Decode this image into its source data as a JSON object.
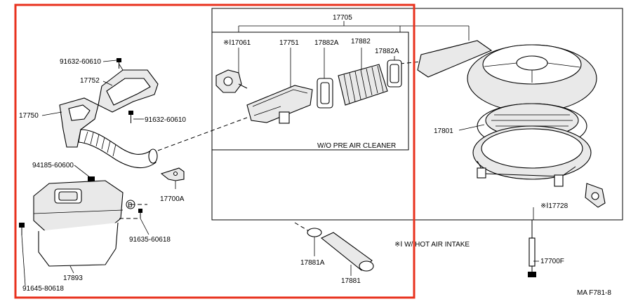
{
  "diagram": {
    "highlight_color": "#e8321e",
    "labels": {
      "p17705": "17705",
      "p17061": "※Ⅰ17061",
      "p17751": "17751",
      "p17882a_left": "17882A",
      "p17882": "17882",
      "p17882a_right": "17882A",
      "p91632_top": "91632-60610",
      "p17752": "17752",
      "p17750": "17750",
      "p91632_mid": "91632-60610",
      "p94185": "94185-60600",
      "p17700a": "17700A",
      "p91635": "91635-60618",
      "p17893": "17893",
      "p91645": "91645-80618",
      "p17801": "17801",
      "p17728": "※Ⅰ17728",
      "p17700f": "17700F",
      "p17881a": "17881A",
      "p17881": "17881",
      "callout_b": "B"
    },
    "notes": {
      "wo_pre_air_cleaner": "W/O PRE AIR CLEANER",
      "hot_air_intake": "※Ⅰ W/ HOT AIR INTAKE"
    },
    "footer_code": "MA  F781-8"
  }
}
